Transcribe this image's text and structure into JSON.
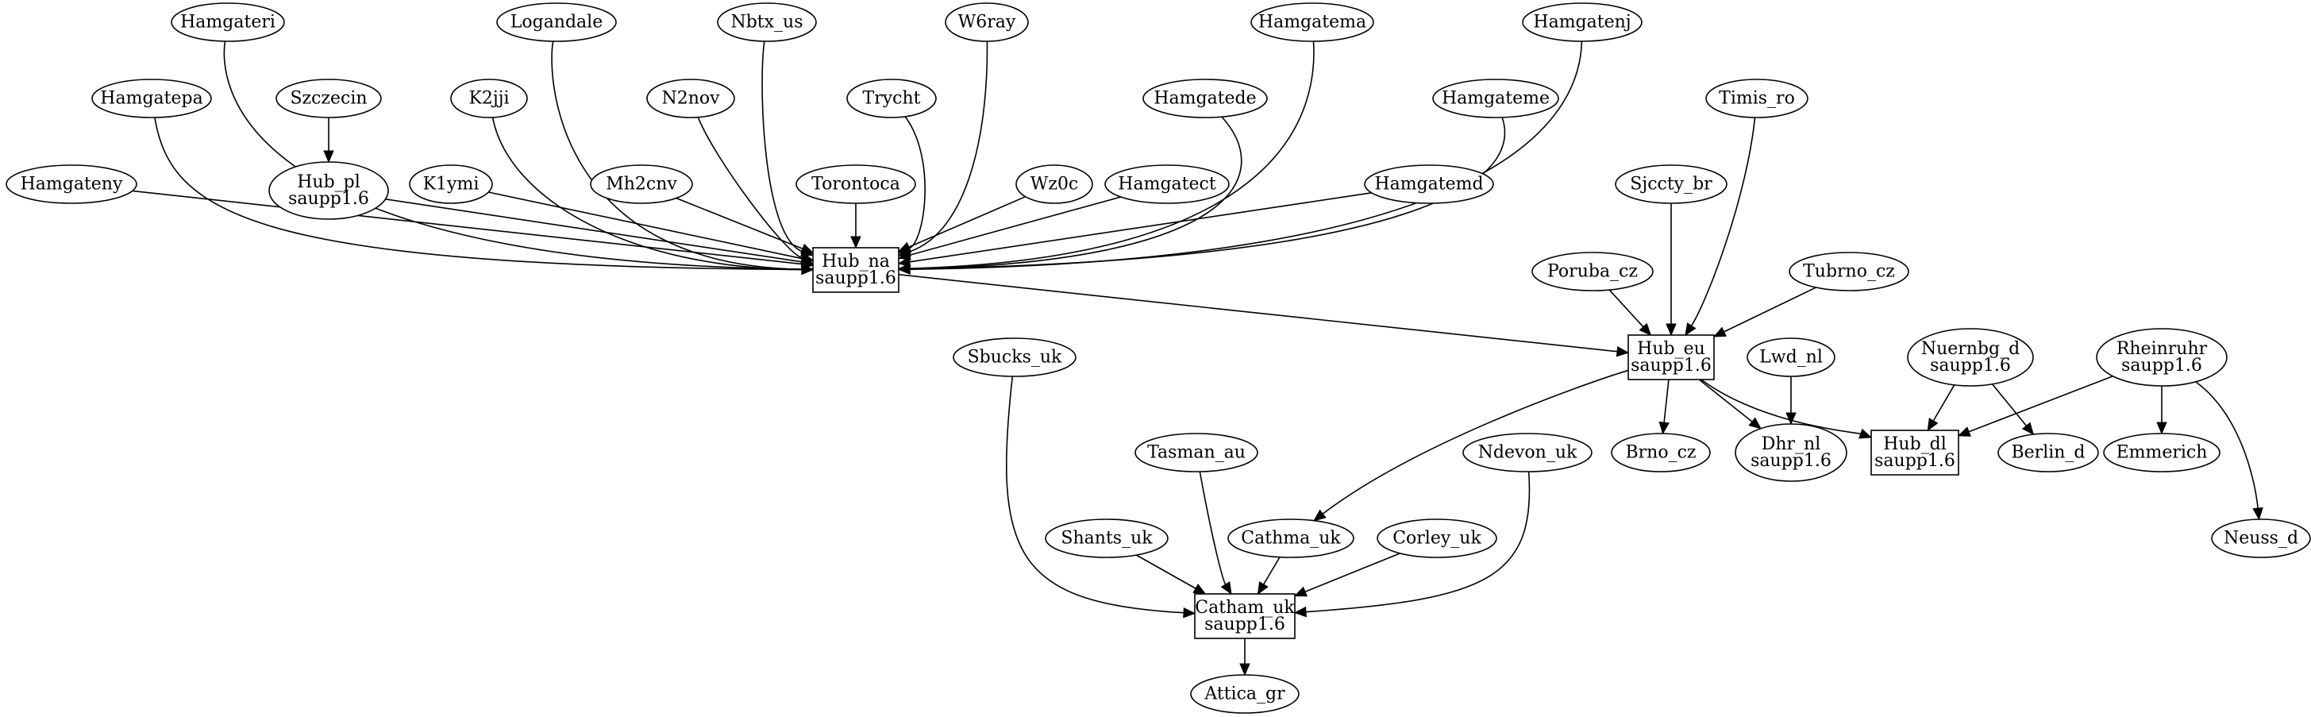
{
  "graph": {
    "nodes": [
      {
        "id": "Hamgateri",
        "label": [
          "Hamgateri"
        ],
        "shape": "ellipse"
      },
      {
        "id": "Logandale",
        "label": [
          "Logandale"
        ],
        "shape": "ellipse"
      },
      {
        "id": "Nbtx_us",
        "label": [
          "Nbtx_us"
        ],
        "shape": "ellipse"
      },
      {
        "id": "W6ray",
        "label": [
          "W6ray"
        ],
        "shape": "ellipse"
      },
      {
        "id": "Hamgatema",
        "label": [
          "Hamgatema"
        ],
        "shape": "ellipse"
      },
      {
        "id": "Hamgatenj",
        "label": [
          "Hamgatenj"
        ],
        "shape": "ellipse"
      },
      {
        "id": "Hamgatepa",
        "label": [
          "Hamgatepa"
        ],
        "shape": "ellipse"
      },
      {
        "id": "Szczecin",
        "label": [
          "Szczecin"
        ],
        "shape": "ellipse"
      },
      {
        "id": "K2jji",
        "label": [
          "K2jji"
        ],
        "shape": "ellipse"
      },
      {
        "id": "N2nov",
        "label": [
          "N2nov"
        ],
        "shape": "ellipse"
      },
      {
        "id": "Trycht",
        "label": [
          "Trycht"
        ],
        "shape": "ellipse"
      },
      {
        "id": "Hamgatede",
        "label": [
          "Hamgatede"
        ],
        "shape": "ellipse"
      },
      {
        "id": "Hamgateme",
        "label": [
          "Hamgateme"
        ],
        "shape": "ellipse"
      },
      {
        "id": "Timis_ro",
        "label": [
          "Timis_ro"
        ],
        "shape": "ellipse"
      },
      {
        "id": "Hamgateny",
        "label": [
          "Hamgateny"
        ],
        "shape": "ellipse"
      },
      {
        "id": "Hub_pl",
        "label": [
          "Hub_pl",
          "saupp1.6"
        ],
        "shape": "ellipse"
      },
      {
        "id": "K1ymi",
        "label": [
          "K1ymi"
        ],
        "shape": "ellipse"
      },
      {
        "id": "Mh2cnv",
        "label": [
          "Mh2cnv"
        ],
        "shape": "ellipse"
      },
      {
        "id": "Torontoca",
        "label": [
          "Torontoca"
        ],
        "shape": "ellipse"
      },
      {
        "id": "Wz0c",
        "label": [
          "Wz0c"
        ],
        "shape": "ellipse"
      },
      {
        "id": "Hamgatect",
        "label": [
          "Hamgatect"
        ],
        "shape": "ellipse"
      },
      {
        "id": "Hamgatemd",
        "label": [
          "Hamgatemd"
        ],
        "shape": "ellipse"
      },
      {
        "id": "Sjccty_br",
        "label": [
          "Sjccty_br"
        ],
        "shape": "ellipse"
      },
      {
        "id": "Hub_na",
        "label": [
          "Hub_na",
          "saupp1.6"
        ],
        "shape": "box"
      },
      {
        "id": "Poruba_cz",
        "label": [
          "Poruba_cz"
        ],
        "shape": "ellipse"
      },
      {
        "id": "Tubrno_cz",
        "label": [
          "Tubrno_cz"
        ],
        "shape": "ellipse"
      },
      {
        "id": "Hub_eu",
        "label": [
          "Hub_eu",
          "saupp1.6"
        ],
        "shape": "box"
      },
      {
        "id": "Lwd_nl",
        "label": [
          "Lwd_nl"
        ],
        "shape": "ellipse"
      },
      {
        "id": "Nuernbg_d",
        "label": [
          "Nuernbg_d",
          "saupp1.6"
        ],
        "shape": "ellipse"
      },
      {
        "id": "Rheinruhr",
        "label": [
          "Rheinruhr",
          "saupp1.6"
        ],
        "shape": "ellipse"
      },
      {
        "id": "Sbucks_uk",
        "label": [
          "Sbucks_uk"
        ],
        "shape": "ellipse"
      },
      {
        "id": "Tasman_au",
        "label": [
          "Tasman_au"
        ],
        "shape": "ellipse"
      },
      {
        "id": "Ndevon_uk",
        "label": [
          "Ndevon_uk"
        ],
        "shape": "ellipse"
      },
      {
        "id": "Brno_cz",
        "label": [
          "Brno_cz"
        ],
        "shape": "ellipse"
      },
      {
        "id": "Dhr_nl",
        "label": [
          "Dhr_nl",
          "saupp1.6"
        ],
        "shape": "ellipse"
      },
      {
        "id": "Hub_dl",
        "label": [
          "Hub_dl",
          "saupp1.6"
        ],
        "shape": "box"
      },
      {
        "id": "Berlin_d",
        "label": [
          "Berlin_d"
        ],
        "shape": "ellipse"
      },
      {
        "id": "Emmerich",
        "label": [
          "Emmerich"
        ],
        "shape": "ellipse"
      },
      {
        "id": "Shants_uk",
        "label": [
          "Shants_uk"
        ],
        "shape": "ellipse"
      },
      {
        "id": "Cathma_uk",
        "label": [
          "Cathma_uk"
        ],
        "shape": "ellipse"
      },
      {
        "id": "Corley_uk",
        "label": [
          "Corley_uk"
        ],
        "shape": "ellipse"
      },
      {
        "id": "Neuss_d",
        "label": [
          "Neuss_d"
        ],
        "shape": "ellipse"
      },
      {
        "id": "Catham_uk",
        "label": [
          "Catham_uk",
          "saupp1.6"
        ],
        "shape": "box"
      },
      {
        "id": "Attica_gr",
        "label": [
          "Attica_gr"
        ],
        "shape": "ellipse"
      }
    ],
    "edges": [
      {
        "from": "Hamgateri",
        "to": "Hub_na"
      },
      {
        "from": "Logandale",
        "to": "Hub_na"
      },
      {
        "from": "Nbtx_us",
        "to": "Hub_na"
      },
      {
        "from": "W6ray",
        "to": "Hub_na"
      },
      {
        "from": "Hamgatema",
        "to": "Hub_na"
      },
      {
        "from": "Hamgatenj",
        "to": "Hub_na"
      },
      {
        "from": "Hamgatepa",
        "to": "Hub_na"
      },
      {
        "from": "Szczecin",
        "to": "Hub_pl"
      },
      {
        "from": "K2jji",
        "to": "Hub_na"
      },
      {
        "from": "N2nov",
        "to": "Hub_na"
      },
      {
        "from": "Trycht",
        "to": "Hub_na"
      },
      {
        "from": "Hamgatede",
        "to": "Hub_na"
      },
      {
        "from": "Hamgateme",
        "to": "Hub_na"
      },
      {
        "from": "Hamgateny",
        "to": "Hub_na"
      },
      {
        "from": "Hub_pl",
        "to": "Hub_na"
      },
      {
        "from": "K1ymi",
        "to": "Hub_na"
      },
      {
        "from": "Mh2cnv",
        "to": "Hub_na"
      },
      {
        "from": "Torontoca",
        "to": "Hub_na"
      },
      {
        "from": "Wz0c",
        "to": "Hub_na"
      },
      {
        "from": "Hamgatect",
        "to": "Hub_na"
      },
      {
        "from": "Hamgatemd",
        "to": "Hub_na"
      },
      {
        "from": "Hub_na",
        "to": "Hub_eu"
      },
      {
        "from": "Timis_ro",
        "to": "Hub_eu"
      },
      {
        "from": "Sjccty_br",
        "to": "Hub_eu"
      },
      {
        "from": "Poruba_cz",
        "to": "Hub_eu"
      },
      {
        "from": "Tubrno_cz",
        "to": "Hub_eu"
      },
      {
        "from": "Hub_eu",
        "to": "Cathma_uk"
      },
      {
        "from": "Hub_eu",
        "to": "Brno_cz"
      },
      {
        "from": "Hub_eu",
        "to": "Dhr_nl"
      },
      {
        "from": "Hub_eu",
        "to": "Hub_dl"
      },
      {
        "from": "Lwd_nl",
        "to": "Dhr_nl"
      },
      {
        "from": "Nuernbg_d",
        "to": "Hub_dl"
      },
      {
        "from": "Nuernbg_d",
        "to": "Berlin_d"
      },
      {
        "from": "Rheinruhr",
        "to": "Hub_dl"
      },
      {
        "from": "Rheinruhr",
        "to": "Emmerich"
      },
      {
        "from": "Rheinruhr",
        "to": "Neuss_d"
      },
      {
        "from": "Sbucks_uk",
        "to": "Catham_uk"
      },
      {
        "from": "Tasman_au",
        "to": "Catham_uk"
      },
      {
        "from": "Shants_uk",
        "to": "Catham_uk"
      },
      {
        "from": "Cathma_uk",
        "to": "Catham_uk"
      },
      {
        "from": "Corley_uk",
        "to": "Catham_uk"
      },
      {
        "from": "Ndevon_uk",
        "to": "Catham_uk"
      },
      {
        "from": "Catham_uk",
        "to": "Attica_gr"
      }
    ]
  }
}
